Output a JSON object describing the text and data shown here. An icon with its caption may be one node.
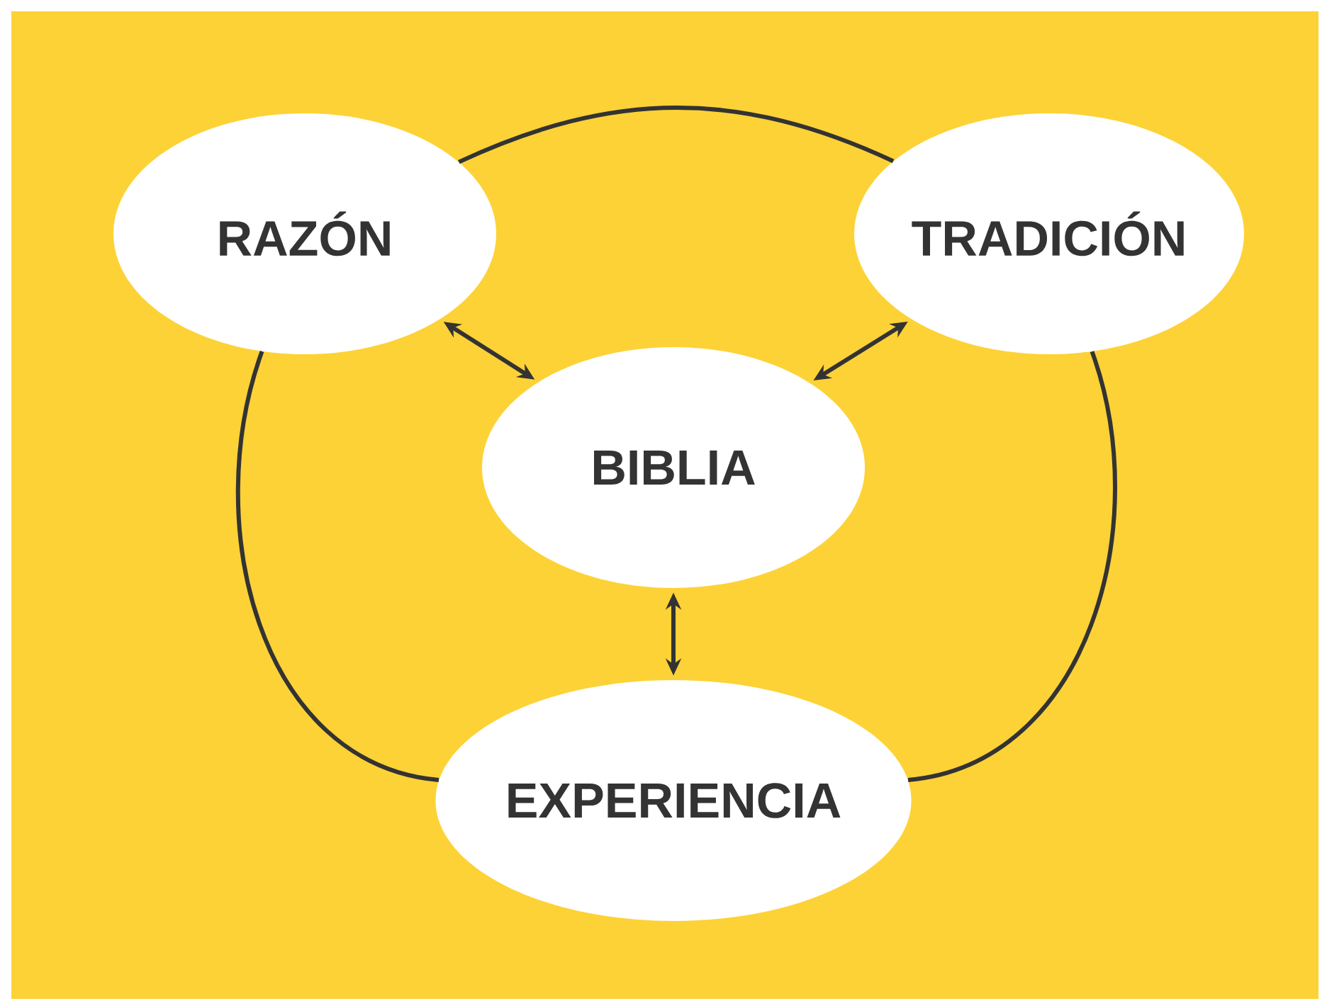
{
  "diagram": {
    "nodes": [
      {
        "text": [
          "RAZÓN"
        ]
      },
      {
        "text": [
          "TRADICIÓN"
        ]
      },
      {
        "text": [
          "BIBLIA"
        ]
      },
      {
        "text": [
          "EXPERIENCIA"
        ]
      }
    ],
    "edges": [
      {
        "from": 0,
        "to": 2,
        "arrow": "both"
      },
      {
        "from": 1,
        "to": 2,
        "arrow": "both"
      },
      {
        "from": 2,
        "to": 3,
        "arrow": "both"
      },
      {
        "from": 0,
        "to": 1,
        "arrow": "none"
      },
      {
        "from": 1,
        "to": 3,
        "arrow": "none"
      },
      {
        "from": 3,
        "to": 0,
        "arrow": "none"
      }
    ]
  }
}
